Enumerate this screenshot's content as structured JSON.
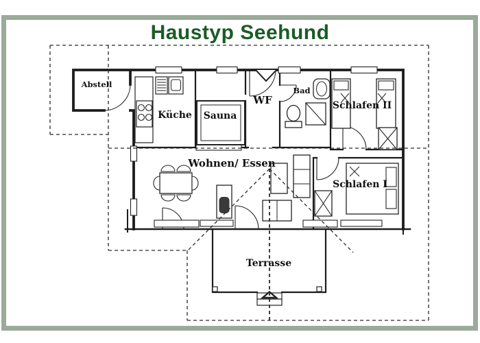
{
  "title": "Haustyp Seehund",
  "rooms": {
    "abstell": "Abstell",
    "kueche": "Küche",
    "sauna": "Sauna",
    "wf": "WF",
    "bad": "Bad",
    "schlafen2": "Schlafen II",
    "wohnen": "Wohnen/ Essen",
    "schlafen1": "Schlafen I",
    "terrasse": "Terrasse"
  },
  "colors": {
    "frame_green": "#9aab99",
    "title_green": "#1a5c26",
    "line": "#1c1c1c"
  }
}
